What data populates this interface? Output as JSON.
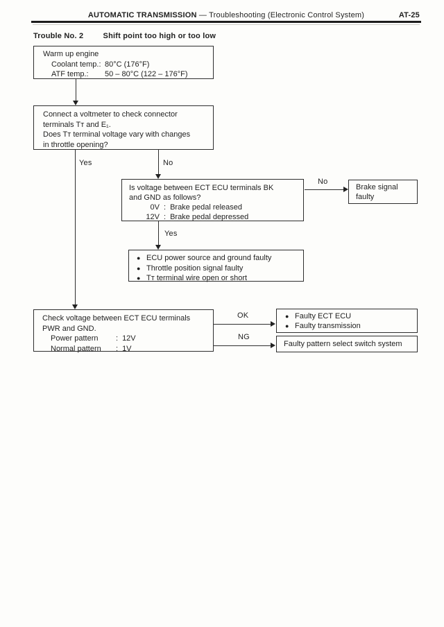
{
  "header": {
    "section": "AUTOMATIC TRANSMISSION",
    "subtitle": "— Troubleshooting (Electronic Control System)",
    "page_no": "AT-25"
  },
  "title": {
    "label": "Trouble No. 2",
    "text": "Shift point too high or too low"
  },
  "flow": {
    "warm_up": {
      "title": "Warm up engine",
      "rows": [
        {
          "label": "Coolant temp.:",
          "value": "80°C (176°F)"
        },
        {
          "label": "ATF temp.:",
          "value": "50 – 80°C (122 – 176°F)"
        }
      ]
    },
    "voltmeter": {
      "line1": "Connect a voltmeter to check connector",
      "line2": "terminals Tᴛ and E₁.",
      "line3": "Does Tᴛ terminal voltage vary with changes",
      "line4": "in throttle opening?"
    },
    "brake_voltage": {
      "line1": "Is voltage between ECT ECU terminals BK",
      "line2": "and GND as follows?",
      "rows": [
        {
          "value": "0V",
          "sep": ":",
          "text": "Brake pedal released"
        },
        {
          "value": "12V",
          "sep": ":",
          "text": "Brake pedal depressed"
        }
      ]
    },
    "brake_signal": {
      "line1": "Brake signal",
      "line2": "faulty"
    },
    "ecu_faulty": {
      "bullet": "●",
      "items": [
        "ECU power source and ground faulty",
        "Throttle position signal faulty",
        "Tᴛ terminal wire open or short"
      ]
    },
    "pwr_check": {
      "line1": "Check voltage between ECT ECU terminals",
      "line2": "PWR and GND.",
      "rows": [
        {
          "label": "Power pattern",
          "sep": ":",
          "value": "12V"
        },
        {
          "label": "Normal pattern",
          "sep": ":",
          "value": "1V"
        }
      ]
    },
    "result_ok": {
      "bullet": "●",
      "items": [
        "Faulty ECT ECU",
        "Faulty transmission"
      ]
    },
    "result_ng": {
      "text": "Faulty pattern select switch system"
    },
    "branch_labels": {
      "yes1": "Yes",
      "no1": "No",
      "no2": "No",
      "yes2": "Yes",
      "ok": "OK",
      "ng": "NG"
    }
  }
}
